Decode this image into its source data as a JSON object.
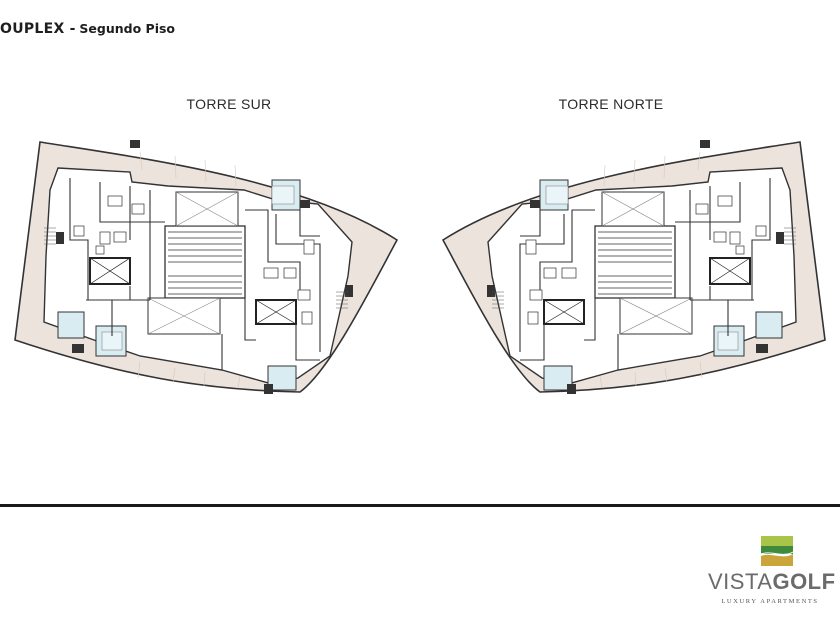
{
  "title": {
    "main": "OUPLEX",
    "separator": "-",
    "subtitle": "Segundo Piso"
  },
  "towers": [
    {
      "label": "TORRE SUR"
    },
    {
      "label": "TORRE NORTE"
    }
  ],
  "logo": {
    "name_part1": "VISTA",
    "name_part2": "GOLF",
    "tagline": "LUXURY APARTMENTS",
    "colors": {
      "green_light": "#a8c54a",
      "green_dark": "#3f8a3c",
      "gold": "#c9a53c"
    }
  },
  "colors": {
    "terrace": "#ece3dc",
    "wall": "#333333",
    "pool": "#d8ecf2",
    "divider": "#1a1a1a"
  },
  "icons": [
    "vistagolf-logo-icon"
  ]
}
